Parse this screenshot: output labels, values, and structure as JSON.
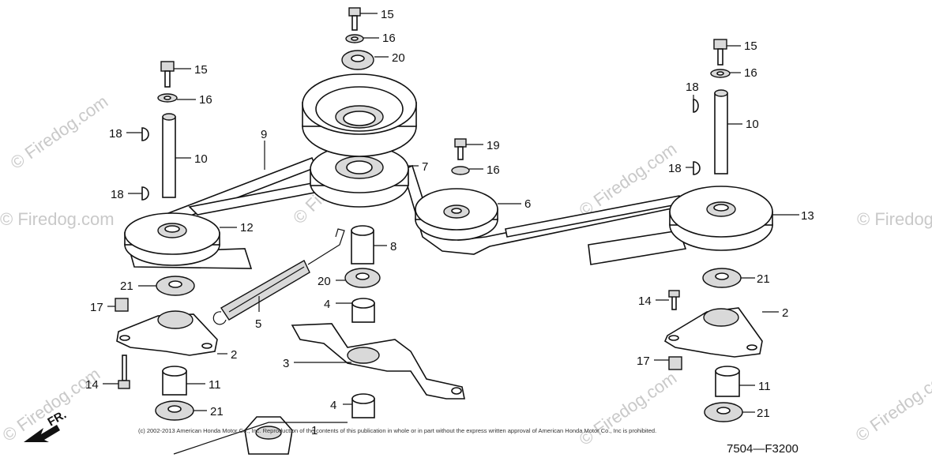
{
  "watermark": "© Firedog.com",
  "copyright": "(c) 2002-2013 American Honda Motor Co., Inc. Reproduction of the contents of this publication in whole or in part without the express written approval of American Honda Motor Co., Inc is prohibited.",
  "diagram_code": "7504—F3200",
  "front_marker": "FR.",
  "callouts": {
    "c15a": "15",
    "c16a": "16",
    "c20a": "20",
    "c15b": "15",
    "c16b": "16",
    "c15c": "15",
    "c16c": "16",
    "c18a": "18",
    "c10a": "10",
    "c18b": "18",
    "c9": "9",
    "c7": "7",
    "c19": "19",
    "c16d": "16",
    "c6": "6",
    "c18c": "18",
    "c10b": "10",
    "c18d": "18",
    "c12": "12",
    "c13": "13",
    "c8": "8",
    "c20b": "20",
    "c4a": "4",
    "c5": "5",
    "c21a": "21",
    "c17a": "17",
    "c2a": "2",
    "c14a": "14",
    "c11a": "11",
    "c21b": "21",
    "c3": "3",
    "c4b": "4",
    "c1": "1",
    "c21c": "21",
    "c14b": "14",
    "c2b": "2",
    "c17b": "17",
    "c11b": "11",
    "c21d": "21"
  }
}
